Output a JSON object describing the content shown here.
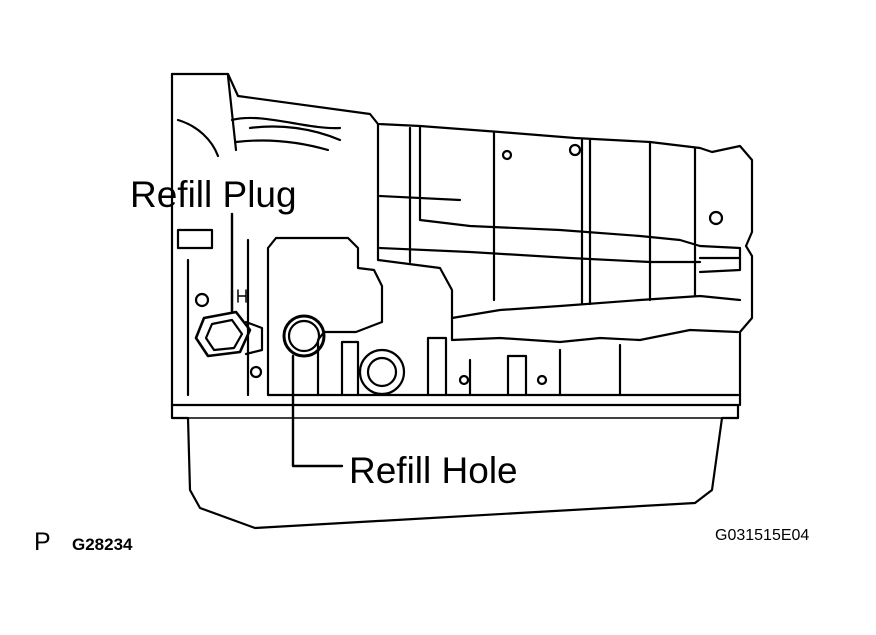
{
  "diagram": {
    "callouts": {
      "refill_plug": "Refill Plug",
      "refill_hole": "Refill Hole"
    },
    "footer": {
      "left_letter": "P",
      "left_code": "G28234",
      "right_code": "G031515E04"
    },
    "line_color": "#000000",
    "background": "#ffffff"
  }
}
